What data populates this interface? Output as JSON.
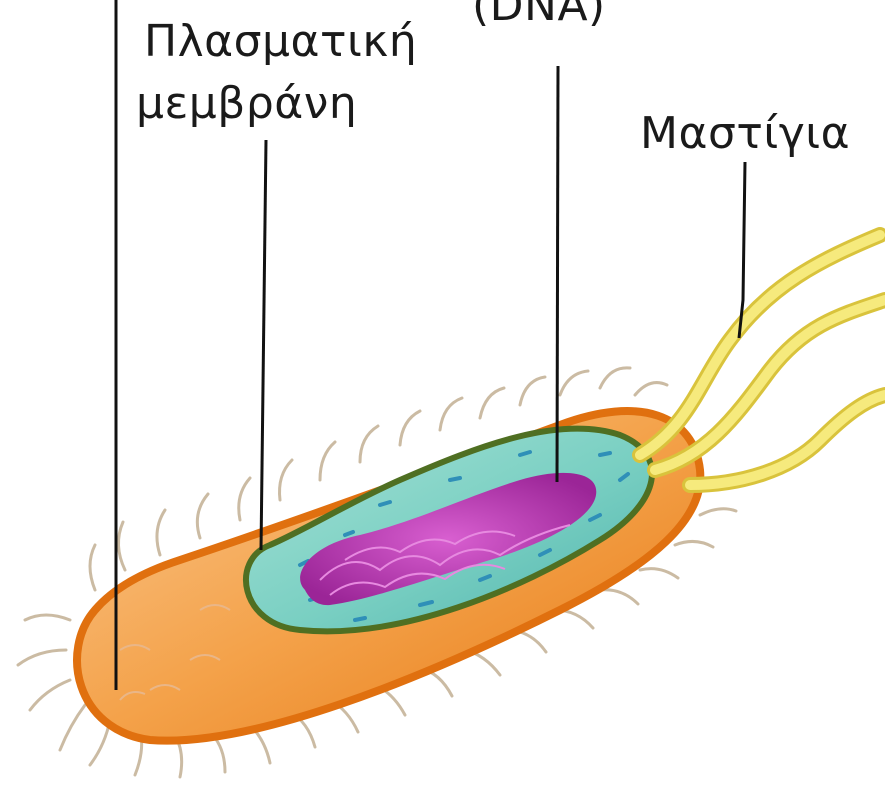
{
  "labels": {
    "dna": "(DNA)",
    "plasma_membrane_line1": "Πλασματική",
    "plasma_membrane_line2": "μεμβράνη",
    "flagella": "Μαστίγια"
  },
  "colors": {
    "cell_wall": "#f28c1e",
    "capsule_body": "#f6b26b",
    "cytoplasm": "#7fd3c6",
    "plasma_membrane": "#5a7a2a",
    "nucleoid": "#b12ea3",
    "flagella": "#f3e15a",
    "pili": "#c9b9a1",
    "leader_lines": "#111111"
  }
}
